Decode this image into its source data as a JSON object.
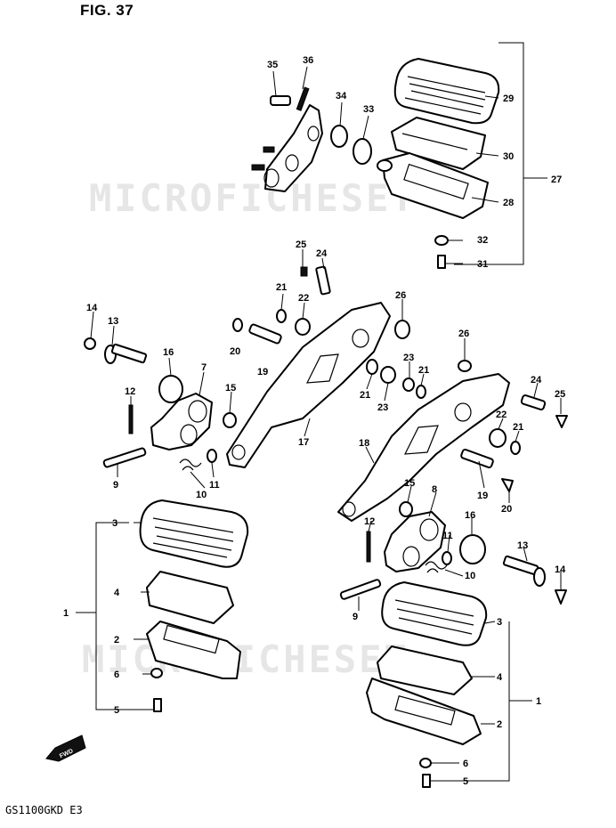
{
  "figure": {
    "title": "FIG. 37",
    "watermark": "MICROFICHESET",
    "model_code": "GS1100GKD E3",
    "direction_badge": "FWD"
  },
  "callouts": [
    {
      "id": "c35",
      "text": "35"
    },
    {
      "id": "c36",
      "text": "36"
    },
    {
      "id": "c34",
      "text": "34"
    },
    {
      "id": "c33",
      "text": "33"
    },
    {
      "id": "c29",
      "text": "29"
    },
    {
      "id": "c30",
      "text": "30"
    },
    {
      "id": "c27",
      "text": "27"
    },
    {
      "id": "c28",
      "text": "28"
    },
    {
      "id": "c32",
      "text": "32"
    },
    {
      "id": "c31",
      "text": "31"
    },
    {
      "id": "c25a",
      "text": "25"
    },
    {
      "id": "c24a",
      "text": "24"
    },
    {
      "id": "c21a",
      "text": "21"
    },
    {
      "id": "c22a",
      "text": "22"
    },
    {
      "id": "c26a",
      "text": "26"
    },
    {
      "id": "c14a",
      "text": "14"
    },
    {
      "id": "c13a",
      "text": "13"
    },
    {
      "id": "c20a",
      "text": "20"
    },
    {
      "id": "c19a",
      "text": "19"
    },
    {
      "id": "c16a",
      "text": "16"
    },
    {
      "id": "c7",
      "text": "7"
    },
    {
      "id": "c12a",
      "text": "12"
    },
    {
      "id": "c15a",
      "text": "15"
    },
    {
      "id": "c26b",
      "text": "26"
    },
    {
      "id": "c23a",
      "text": "23"
    },
    {
      "id": "c21b",
      "text": "21"
    },
    {
      "id": "c21c",
      "text": "21"
    },
    {
      "id": "c23b",
      "text": "23"
    },
    {
      "id": "c24b",
      "text": "24"
    },
    {
      "id": "c25b",
      "text": "25"
    },
    {
      "id": "c17",
      "text": "17"
    },
    {
      "id": "c22b",
      "text": "22"
    },
    {
      "id": "c21d",
      "text": "21"
    },
    {
      "id": "c18",
      "text": "18"
    },
    {
      "id": "c9a",
      "text": "9"
    },
    {
      "id": "c11a",
      "text": "11"
    },
    {
      "id": "c10a",
      "text": "10"
    },
    {
      "id": "c19b",
      "text": "19"
    },
    {
      "id": "c20b",
      "text": "20"
    },
    {
      "id": "c8",
      "text": "8"
    },
    {
      "id": "c15b",
      "text": "15"
    },
    {
      "id": "c16b",
      "text": "16"
    },
    {
      "id": "c3a",
      "text": "3"
    },
    {
      "id": "c12b",
      "text": "12"
    },
    {
      "id": "c11b",
      "text": "11"
    },
    {
      "id": "c13b",
      "text": "13"
    },
    {
      "id": "c10b",
      "text": "10"
    },
    {
      "id": "c14b",
      "text": "14"
    },
    {
      "id": "c4a",
      "text": "4"
    },
    {
      "id": "c1",
      "text": "1"
    },
    {
      "id": "c9b",
      "text": "9"
    },
    {
      "id": "c2a",
      "text": "2"
    },
    {
      "id": "c3b",
      "text": "3"
    },
    {
      "id": "c6a",
      "text": "6"
    },
    {
      "id": "c4b",
      "text": "4"
    },
    {
      "id": "c5a",
      "text": "5"
    },
    {
      "id": "c1b",
      "text": "1"
    },
    {
      "id": "c2b",
      "text": "2"
    },
    {
      "id": "c6b",
      "text": "6"
    },
    {
      "id": "c5b",
      "text": "5"
    }
  ]
}
